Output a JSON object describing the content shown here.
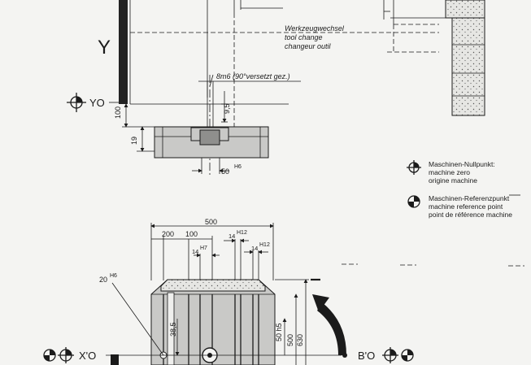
{
  "axis_labels": {
    "y": "Y",
    "y0": "YO",
    "x0": "X'O",
    "b0": "B'O"
  },
  "tool_change": {
    "de": "Werkzeugwechsel",
    "en": "tool change",
    "fr": "changeur outil"
  },
  "fit_note": "8m6 (90°versetzt gez.)",
  "dimensions": {
    "d100": "100",
    "d19": "19",
    "d9_5": "9,5",
    "d50": "50",
    "h6_upper": "H6",
    "d500_top": "500",
    "d200": "200",
    "d100_top": "100",
    "d14_h7": "14",
    "h7": "H7",
    "d14_h12_a": "14",
    "h12_a": "H12",
    "d14_h12_b": "14",
    "h12_b": "H12",
    "d20": "20",
    "h6_lower": "H6",
    "d38_5": "38,5",
    "d50_h5": "50 h5",
    "d500_v": "500",
    "d630": "630"
  },
  "legend": {
    "zero": {
      "de": "Maschinen-Nullpunkt:",
      "en": "machine zero",
      "fr": "origine machine"
    },
    "reference": {
      "de": "Maschinen-Referenzpunkt",
      "en": "machine reference point",
      "fr": "point de référence machine"
    }
  },
  "icons": {
    "zero_point": "crosshair-circle-icon",
    "reference_point": "quartered-circle-icon"
  },
  "colors": {
    "ink": "#1b1b1b",
    "paper": "#f4f4f2",
    "fill_grey": "#c9c9c7"
  }
}
